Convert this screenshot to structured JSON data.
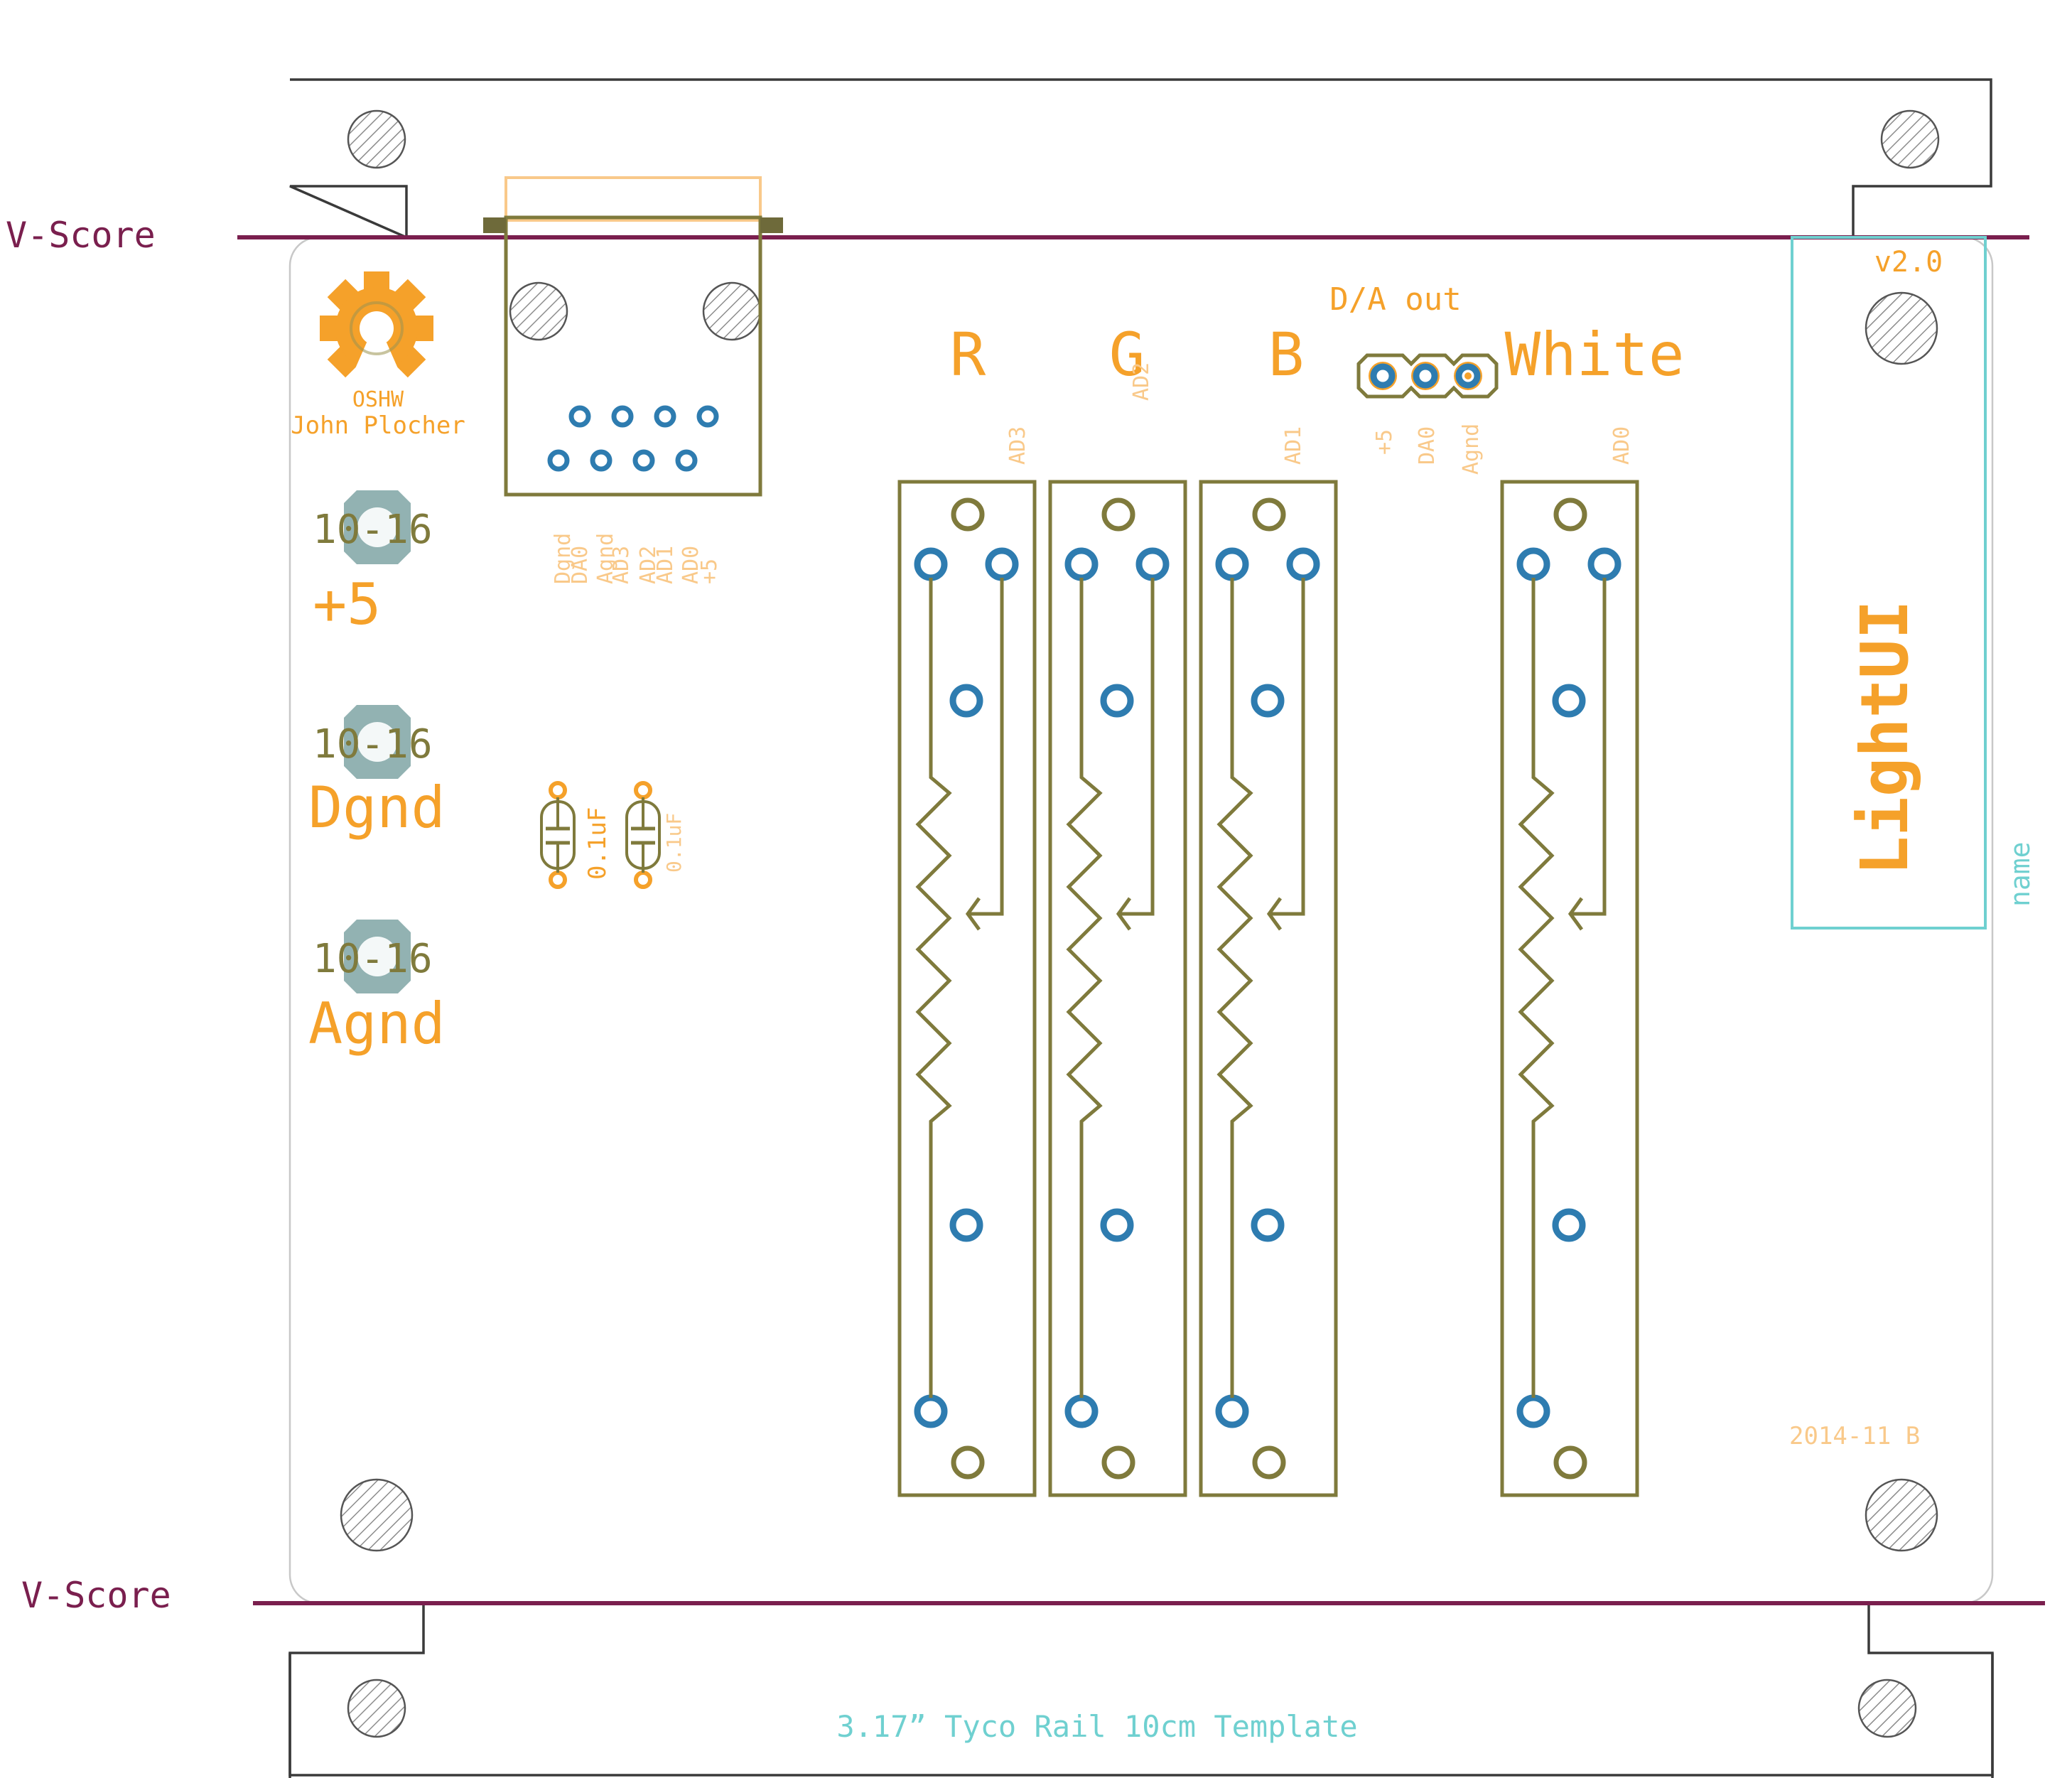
{
  "vscore": {
    "top": "V-Score",
    "bottom": "V-Score"
  },
  "logo": {
    "line1": "OSHW",
    "line2": "John Plocher"
  },
  "terminals": [
    {
      "size": "10-16",
      "label": "+5"
    },
    {
      "size": "10-16",
      "label": "Dgnd"
    },
    {
      "size": "10-16",
      "label": "Agnd"
    }
  ],
  "header_pins": [
    "Dgnd",
    "DA0",
    "Agnd",
    "AD3",
    "AD2",
    "AD1",
    "AD0",
    "+5"
  ],
  "capacitors": [
    {
      "value": "0.1uF"
    },
    {
      "value": "0.1uF"
    }
  ],
  "sliders": [
    {
      "label": "R",
      "channel": "AD3"
    },
    {
      "label": "G",
      "channel": "AD2"
    },
    {
      "label": "B",
      "channel": "AD1"
    },
    {
      "label": "White",
      "channel": "AD0"
    }
  ],
  "da_out": {
    "title": "D/A out",
    "pins": [
      "+5",
      "DA0",
      "Agnd"
    ]
  },
  "label_box": {
    "version": "v2.0",
    "title": "LightUI",
    "name_tag": "name"
  },
  "revision": "2014-11 B",
  "template_caption": "3.17” Tyco Rail 10cm Template",
  "colors": {
    "orange": "#f5a12a",
    "olive": "#7f7a3c",
    "via_blue": "#2e7cb0",
    "cyan": "#6fd0d0",
    "vscore": "#7a1f4e",
    "pale_orange": "#f9c98a"
  },
  "icons": [
    "oshw-gear-icon",
    "mounting-hole-icon",
    "slide-potentiometer-icon",
    "capacitor-icon",
    "ring-terminal-icon"
  ]
}
